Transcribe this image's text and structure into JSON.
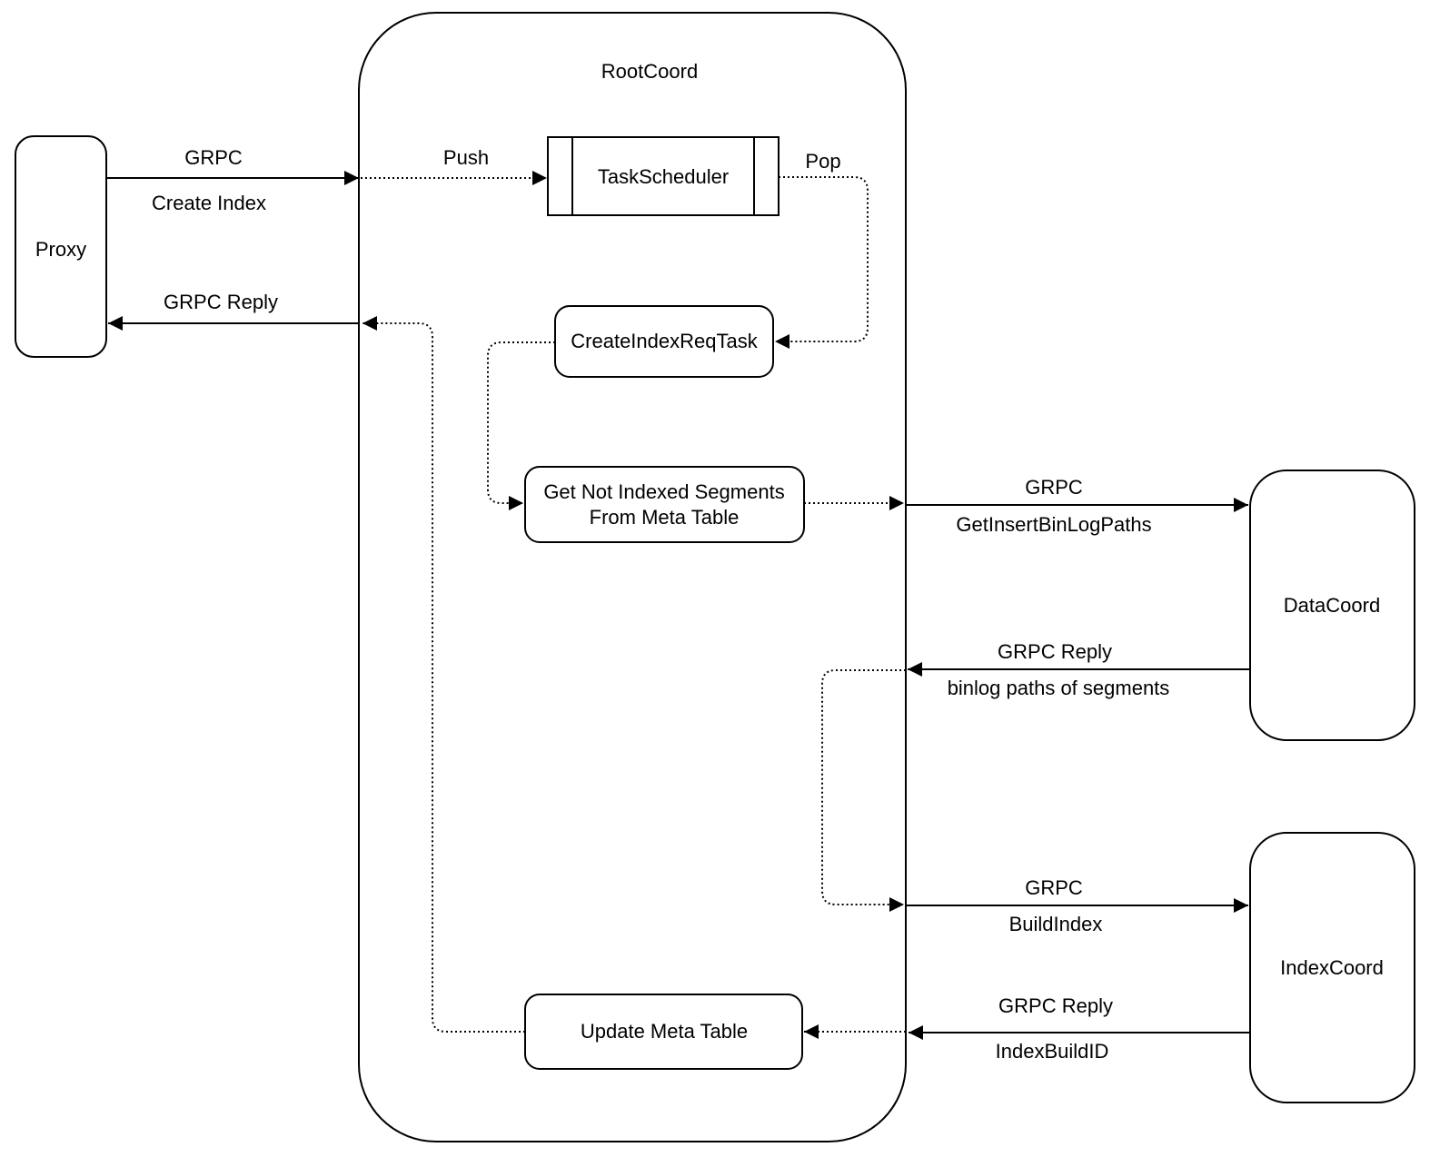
{
  "colors": {
    "stroke": "#000000",
    "background": "#ffffff",
    "text": "#000000"
  },
  "container": {
    "label": "RootCoord"
  },
  "nodes": {
    "proxy": {
      "label": "Proxy"
    },
    "task_scheduler": {
      "label": "TaskScheduler"
    },
    "create_index_req_task": {
      "label": "CreateIndexReqTask"
    },
    "get_not_indexed_segments": {
      "label_line1": "Get Not Indexed Segments",
      "label_line2": "From Meta Table"
    },
    "update_meta_table": {
      "label": "Update Meta Table"
    },
    "data_coord": {
      "label": "DataCoord"
    },
    "index_coord": {
      "label": "IndexCoord"
    }
  },
  "edges": {
    "create_index": {
      "protocol": "GRPC",
      "method": "Create Index"
    },
    "push": {
      "label": "Push"
    },
    "pop": {
      "label": "Pop"
    },
    "reply_to_proxy": {
      "label": "GRPC Reply"
    },
    "get_insert_binlog_paths": {
      "protocol": "GRPC",
      "method": "GetInsertBinLogPaths"
    },
    "binlog_paths_reply": {
      "protocol": "GRPC Reply",
      "method": "binlog paths of segments"
    },
    "build_index": {
      "protocol": "GRPC",
      "method": "BuildIndex"
    },
    "index_build_id_reply": {
      "protocol": "GRPC Reply",
      "method": "IndexBuildID"
    }
  }
}
